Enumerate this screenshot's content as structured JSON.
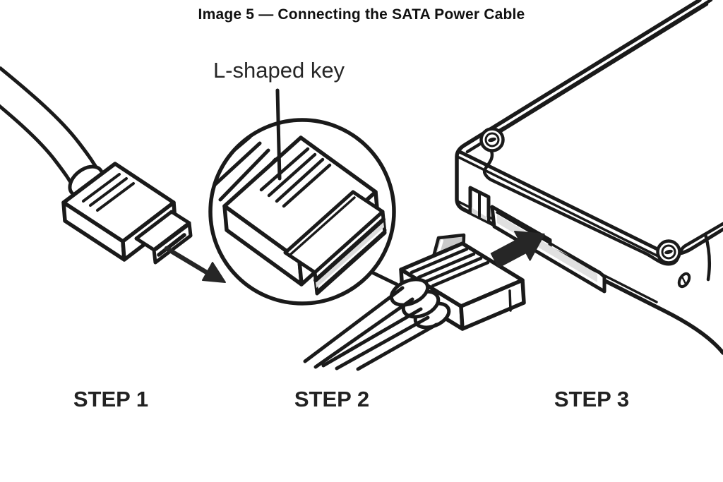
{
  "title": "Image 5 — Connecting the SATA Power Cable",
  "callout": {
    "label": "L-shaped key"
  },
  "steps": [
    {
      "label": "STEP 1"
    },
    {
      "label": "STEP 2"
    },
    {
      "label": "STEP 3"
    }
  ],
  "icons": {
    "step1_arrow": "arrow-down-right",
    "insert_arrow": "arrow-into-port"
  },
  "colors": {
    "line": "#1a1a1a",
    "arrow_fill": "#262626",
    "shade_light": "#e0e0e0",
    "shade_mid": "#c9c9c9",
    "background": "#ffffff"
  }
}
